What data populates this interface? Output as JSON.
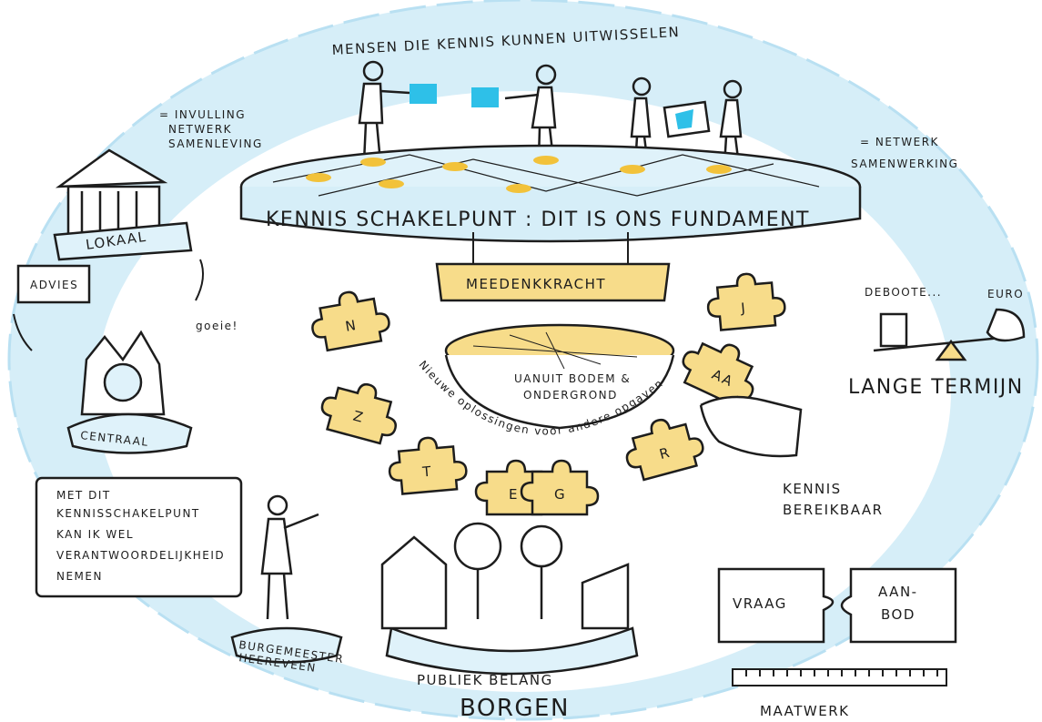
{
  "title_top": "MENSEN DIE KENNIS KUNNEN UITWISSELEN",
  "notes": {
    "invulling": [
      "= INVULLING",
      "NETWERK",
      "SAMENLEVING"
    ],
    "netwerk_samenwerking": [
      "= NETWERK",
      "SAMENWERKING"
    ],
    "goeie": "goeie!"
  },
  "platform_label": "KENNIS SCHAKELPUNT : DIT IS ONS FUNDAMENT",
  "meedenkkracht": "MEEDENKKRACHT",
  "lokaal": "LOKAAL",
  "advies": "ADVIES",
  "centraal": "CENTRAAL",
  "bodem": [
    "UANUIT BODEM &",
    "ONDERGROND"
  ],
  "curve_text": "Nieuwe oplossingen voor andere opgaven",
  "puzzle_letters": [
    "N",
    "Z",
    "T",
    "E",
    "G",
    "R",
    "AA",
    "J"
  ],
  "lange_termijn": {
    "label": "LANGE TERMIJN",
    "left_small": "DEBOOTE...",
    "right_small": "EURO"
  },
  "kennis_bereikbaar": [
    "KENNIS",
    "BEREIKBAAR"
  ],
  "quote_box": [
    "MET DIT",
    "KENNISSCHAKELPUNT",
    "KAN IK WEL",
    "VERANTWOORDELIJKHEID",
    "NEMEN"
  ],
  "burgemeester": [
    "BURGEMEESTER",
    "HEEREVEEN"
  ],
  "publiek": [
    "PUBLIEK BELANG",
    "BORGEN"
  ],
  "vraag": "VRAAG",
  "aanbod": [
    "AAN-",
    "BOD"
  ],
  "maatwerk": "MAATWERK",
  "colors": {
    "ring": "#cfeaf6",
    "ring_edge": "#a9d9ef",
    "puzzle": "#f7dc8a",
    "gold": "#f2c23a",
    "cyan": "#2ec0e8",
    "ink": "#1d1d1d"
  }
}
